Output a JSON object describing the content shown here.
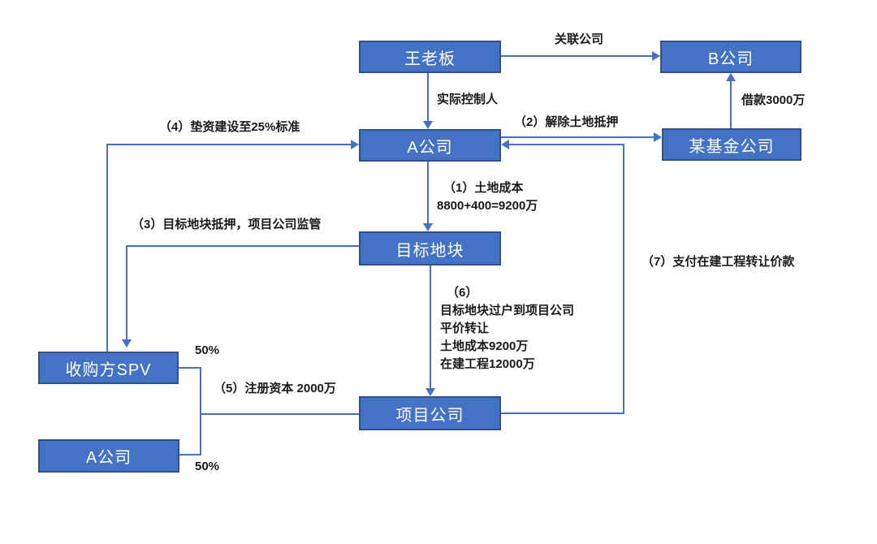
{
  "diagram_title": "land-acquisition-structure-flowchart",
  "colors": {
    "box_fill": "#4472C4",
    "box_border": "#2F528F",
    "line": "#4472C4",
    "box_text": "#FFFFFF",
    "label_text": "#1A1A1A",
    "background": "#FFFFFF"
  },
  "nodes": {
    "boss": {
      "label": "王老板"
    },
    "company_b": {
      "label": "B公司"
    },
    "company_a": {
      "label": "A公司"
    },
    "fund": {
      "label": "某基金公司"
    },
    "land": {
      "label": "目标地块"
    },
    "spv": {
      "label": "收购方SPV"
    },
    "company_a_bottom": {
      "label": "A公司"
    },
    "project": {
      "label": "项目公司"
    }
  },
  "edge_labels": {
    "affiliated": "关联公司",
    "actual_controller": "实际控制人",
    "loan": "借款3000万",
    "step1_line1": "（1）土地成本",
    "step1_line2": "8800+400=9200万",
    "step2": "（2）解除土地抵押",
    "step3": "（3）目标地块抵押，项目公司监管",
    "step4": "（4）垫资建设至25%标准",
    "step5": "（5）注册资本 2000万",
    "step6_line1": "（6）",
    "step6_line2": "目标地块过户到项目公司",
    "step6_line3": "平价转让",
    "step6_line4": "土地成本9200万",
    "step6_line5": "在建工程12000万",
    "step7": "（7）支付在建工程转让价款",
    "pct_top": "50%",
    "pct_bottom": "50%"
  }
}
